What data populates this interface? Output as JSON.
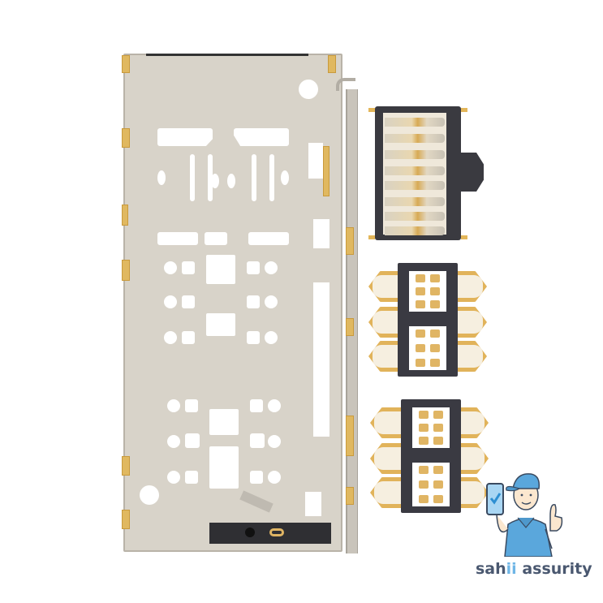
{
  "image": {
    "description": "Product photo of a SIM card tray/reader assembly with connectors",
    "components": [
      {
        "name": "sim-tray-frame",
        "color": "#d8d3c9"
      },
      {
        "name": "memory-card-connector",
        "color": "#3a3a40",
        "pins": 8
      },
      {
        "name": "sim-contact-connector-top",
        "contacts": 6
      },
      {
        "name": "sim-contact-connector-bottom",
        "contacts": 6
      }
    ]
  },
  "logo": {
    "brand_part1": "sah",
    "brand_highlight": "ii",
    "brand_part2": " assurity",
    "colors": {
      "text": "#4a5870",
      "highlight": "#6fb6e6",
      "shirt": "#5aa7dc"
    }
  }
}
